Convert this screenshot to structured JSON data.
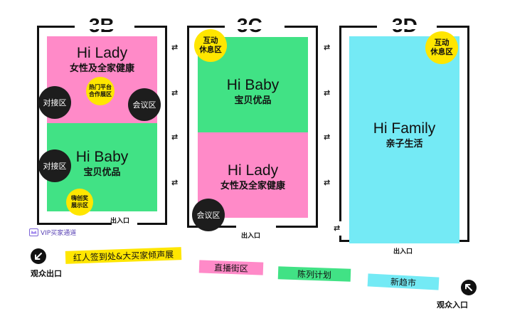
{
  "halls": [
    {
      "code": "3B"
    },
    {
      "code": "3C"
    },
    {
      "code": "3D"
    }
  ],
  "zones": {
    "b_lady": {
      "en": "Hi Lady",
      "cn": "女性及全家健康"
    },
    "b_baby": {
      "en": "Hi Baby",
      "cn": "宝贝优品"
    },
    "c_baby": {
      "en": "Hi Baby",
      "cn": "宝贝优品"
    },
    "c_lady": {
      "en": "Hi Lady",
      "cn": "女性及全家健康"
    },
    "d_family": {
      "en": "Hi Family",
      "cn": "亲子生活"
    }
  },
  "circles": {
    "b_hot_platform": "热门平台\n合作展区",
    "b_meeting": "会议区",
    "b_docking_1": "对接区",
    "b_docking_2": "对接区",
    "b_innovation": "嗨创奖\n展示区",
    "c_lounge": "互动\n休息区",
    "c_meeting": "会议区",
    "d_lounge": "互动\n休息区"
  },
  "exits": {
    "b": "出入口",
    "c": "出入口",
    "d": "出入口"
  },
  "vip_label": "VIP买家通道",
  "legend": [
    {
      "label": "红人签到处&大买家倾声展",
      "color": "#ffe600"
    },
    {
      "label": "直播街区",
      "color": "#ff8ac8"
    },
    {
      "label": "陈列计划",
      "color": "#41e285"
    },
    {
      "label": "新趋市",
      "color": "#74eaf5"
    }
  ],
  "audience_exit": "观众出口",
  "audience_entrance": "观众入口",
  "colors": {
    "pink": "#ff8ac8",
    "green": "#41e285",
    "cyan": "#74eaf5",
    "yellow": "#ffe600",
    "dark": "#1d1d1d"
  }
}
